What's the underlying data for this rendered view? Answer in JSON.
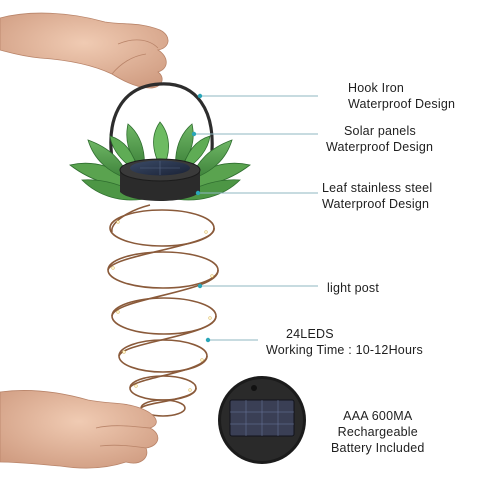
{
  "callouts": {
    "hook": {
      "line1": "Hook Iron",
      "line2": "Waterproof Design"
    },
    "solar": {
      "line1": "Solar panels",
      "line2": "Waterproof Design"
    },
    "leaf": {
      "line1": "Leaf stainless steel",
      "line2": "Waterproof Design"
    },
    "post": {
      "line1": "light post"
    },
    "leds": {
      "line1": "24LEDS",
      "line2": "Working Time : 10-12Hours"
    },
    "battery": {
      "line1": "AAA 600MA",
      "line2": "Rechargeable",
      "line3": "Battery Included"
    }
  },
  "colors": {
    "leaf_green": "#4f9a45",
    "leaf_dark": "#2f6e2f",
    "wire_copper": "#8a5a3a",
    "leader_line": "#8fb7c2",
    "leader_dot": "#2aa6b8",
    "skin": "#e2b69b",
    "solar_body": "#2b2b2b"
  }
}
